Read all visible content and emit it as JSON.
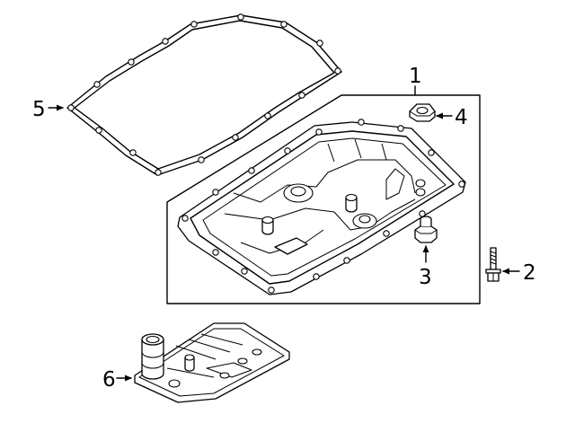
{
  "diagram": {
    "callouts": [
      {
        "id": "pan-assembly",
        "label": "1"
      },
      {
        "id": "bolt",
        "label": "2"
      },
      {
        "id": "drain-plug",
        "label": "3"
      },
      {
        "id": "fill-plug",
        "label": "4"
      },
      {
        "id": "gasket",
        "label": "5"
      },
      {
        "id": "filter",
        "label": "6"
      }
    ]
  }
}
